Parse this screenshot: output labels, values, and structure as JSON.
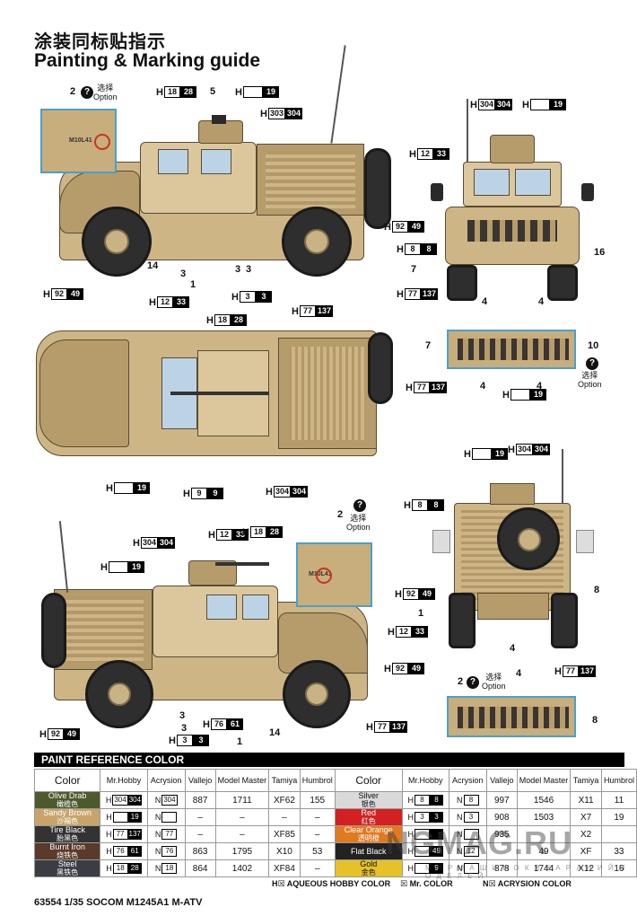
{
  "title_cn": "涂装同标贴指示",
  "title_en": "Painting & Marking guide",
  "option_cn": "选择",
  "option_en": "Option",
  "option_mark": "?",
  "part_numbers": {
    "n1": "1",
    "n2": "2",
    "n3": "3",
    "n4": "4",
    "n5": "5",
    "n7": "7",
    "n8": "8",
    "n10": "10",
    "n14": "14",
    "n16": "16"
  },
  "vehicle_marking": "M10L41",
  "paint_header": "PAINT  REFERENCE COLOR",
  "table_headers": {
    "color": "Color",
    "mrhobby": "Mr.Hobby",
    "acrysion": "Acrysion",
    "vallejo": "Vallejo",
    "model_master": "Model Master",
    "tamiya": "Tamiya",
    "humbrol": "Humbrol"
  },
  "colors_left": [
    {
      "en": "Olive Drab",
      "cn": "橄榄色",
      "swatch": "#4d5a2e",
      "h": "304",
      "h2": "304",
      "n": "304",
      "vallejo": "887",
      "mm": "1711",
      "tamiya": "XF62",
      "humbrol": "155"
    },
    {
      "en": "Sandy Brown",
      "cn": "沙褐色",
      "swatch": "#c9a46a",
      "h": "",
      "h2": "19",
      "n": "",
      "vallejo": "–",
      "mm": "–",
      "tamiya": "–",
      "humbrol": "–"
    },
    {
      "en": "Tire Black",
      "cn": "胎黑色",
      "swatch": "#333333",
      "h": "77",
      "h2": "137",
      "n": "77",
      "vallejo": "–",
      "mm": "–",
      "tamiya": "XF85",
      "humbrol": "–"
    },
    {
      "en": "Burnt Iron",
      "cn": "烧铁色",
      "swatch": "#5a3a2a",
      "h": "76",
      "h2": "61",
      "n": "76",
      "vallejo": "863",
      "mm": "1795",
      "tamiya": "X10",
      "humbrol": "53"
    },
    {
      "en": "Steel",
      "cn": "黑铁色",
      "swatch": "#3a3e44",
      "h": "18",
      "h2": "28",
      "n": "18",
      "vallejo": "864",
      "mm": "1402",
      "tamiya": "XF84",
      "humbrol": "–"
    }
  ],
  "colors_right": [
    {
      "en": "Silver",
      "cn": "银色",
      "swatch": "#d9d9d9",
      "text": "#111111",
      "h": "8",
      "h2": "8",
      "n": "8",
      "vallejo": "997",
      "mm": "1546",
      "tamiya": "X11",
      "humbrol": "11"
    },
    {
      "en": "Red",
      "cn": "红色",
      "swatch": "#d42020",
      "text": "#ffffff",
      "h": "3",
      "h2": "3",
      "n": "3",
      "vallejo": "908",
      "mm": "1503",
      "tamiya": "X7",
      "humbrol": "19"
    },
    {
      "en": "Clear Orange",
      "cn": "透明橙",
      "swatch": "#e07a1f",
      "text": "#ffffff",
      "h": "",
      "h2": "",
      "n": "",
      "vallejo": "935",
      "mm": "",
      "tamiya": "X2",
      "humbrol": ""
    },
    {
      "en": "Flat Black",
      "cn": "",
      "swatch": "#222222",
      "text": "#ffffff",
      "h": "",
      "h2": "49",
      "n": "12",
      "vallejo": "",
      "mm": "49",
      "tamiya": "XF",
      "humbrol": "33"
    },
    {
      "en": "Gold",
      "cn": "金色",
      "swatch": "#e6c229",
      "text": "#111111",
      "h": "",
      "h2": "9",
      "n": "",
      "vallejo": "878",
      "mm": "1744",
      "tamiya": "X12",
      "humbrol": "16"
    }
  ],
  "legend": {
    "aqueous": "H☒  AQUEOUS HOBBY COLOR",
    "mr": "☒  Mr. COLOR",
    "acrysion": "N☒  ACRYSION COLOR"
  },
  "footer": "63554  1/35 SOCOM M1245A1 M-ATV",
  "watermark": "NGMAG.RU",
  "watermark_sub": "М И Р   М А Ш И Н О К   И   Ч А Р А Н И Й   М О Д Е Л Е Й",
  "callouts": {
    "c18_28": {
      "a": "18",
      "b": "28"
    },
    "c19": {
      "a": "",
      "b": "19"
    },
    "c303_304": {
      "a": "303",
      "b": "304"
    },
    "c304_304": {
      "a": "304",
      "b": "304"
    },
    "c12_33": {
      "a": "12",
      "b": "33"
    },
    "c92_49": {
      "a": "92",
      "b": "49"
    },
    "c8_8": {
      "a": "8",
      "b": "8"
    },
    "c77_137": {
      "a": "77",
      "b": "137"
    },
    "c3_3": {
      "a": "3",
      "b": "3"
    },
    "c9_9": {
      "a": "9",
      "b": "9"
    },
    "c76_61": {
      "a": "76",
      "b": "61"
    },
    "h": "H"
  },
  "colors": {
    "accent_blue": "#4aa0c8",
    "vehicle_tan": "#cdb586"
  }
}
